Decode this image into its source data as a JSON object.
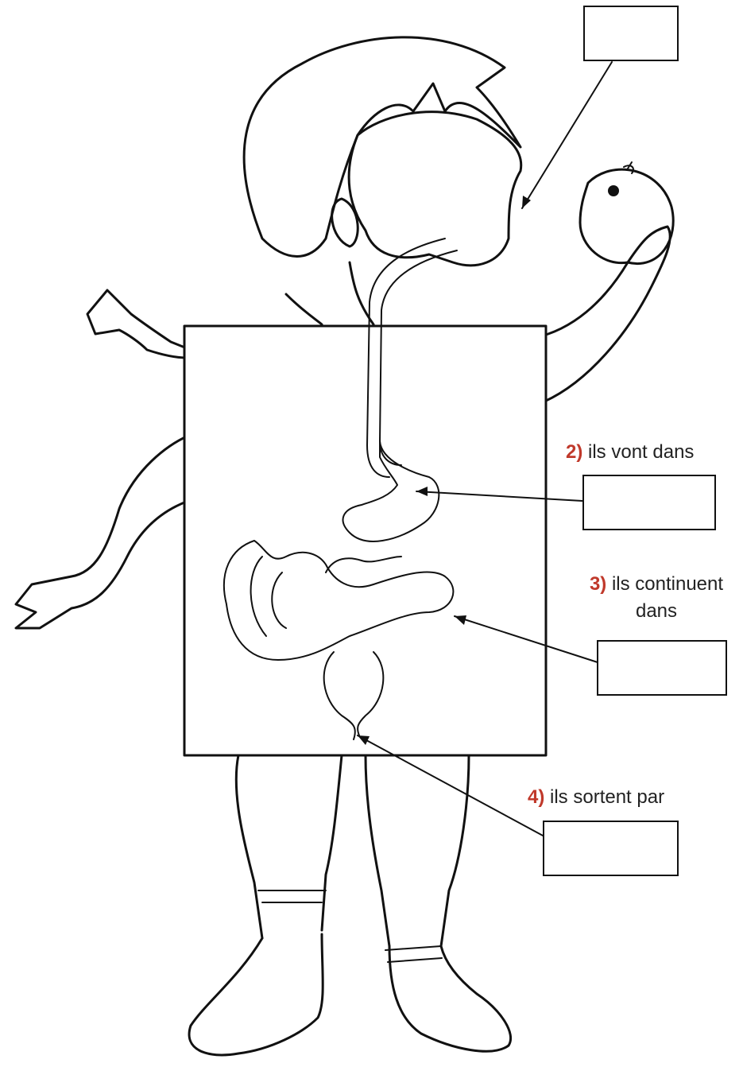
{
  "colors": {
    "accent": "#c0392b",
    "ink": "#111111"
  },
  "labels": [
    {
      "number": "2)",
      "text": "ils vont dans"
    },
    {
      "number": "3)",
      "text": "ils continuent dans"
    },
    {
      "number": "4)",
      "text": "ils sortent par"
    }
  ],
  "answer_boxes": [
    {
      "target": "mouth",
      "value": ""
    },
    {
      "target": "stomach",
      "value": ""
    },
    {
      "target": "intestines",
      "value": ""
    },
    {
      "target": "anus",
      "value": ""
    }
  ],
  "illustration": {
    "subject": "child eating an apple with digestive system shown",
    "icons": [
      "apple-icon",
      "stomach-icon",
      "intestines-icon",
      "esophagus-icon"
    ]
  }
}
